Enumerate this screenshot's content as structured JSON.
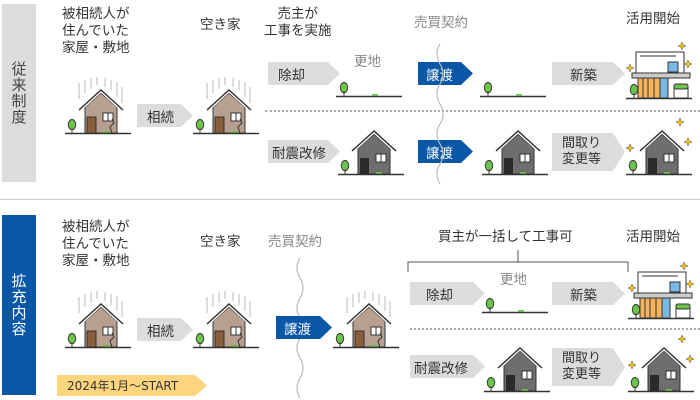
{
  "conventional": {
    "label": "従来制度",
    "heir_home": "被相続人が\n住んでいた\n家屋・敷地",
    "vacant": "空き家",
    "seller_work": "売主が\n工事を実施",
    "contract": "売買契約",
    "start_use": "活用開始",
    "inherit": "相続",
    "demolish": "除却",
    "vacant_lot": "更地",
    "transfer": "譲渡",
    "new_build": "新築",
    "retrofit": "耐震改修",
    "layout_change": "間取り\n変更等"
  },
  "expanded": {
    "label": "拡充内容",
    "heir_home": "被相続人が\n住んでいた\n家屋・敷地",
    "vacant": "空き家",
    "contract": "売買契約",
    "buyer_work": "買主が一括して工事可",
    "start_use": "活用開始",
    "inherit": "相続",
    "transfer": "譲渡",
    "demolish": "除却",
    "vacant_lot": "更地",
    "new_build": "新築",
    "retrofit": "耐震改修",
    "layout_change": "間取り\n変更等",
    "start_badge": "2024年1月〜START"
  },
  "colors": {
    "blue": "#0a57a8",
    "gray": "#dcdcdc",
    "yellow": "#fdd57e",
    "tree": "#6cc24a"
  }
}
